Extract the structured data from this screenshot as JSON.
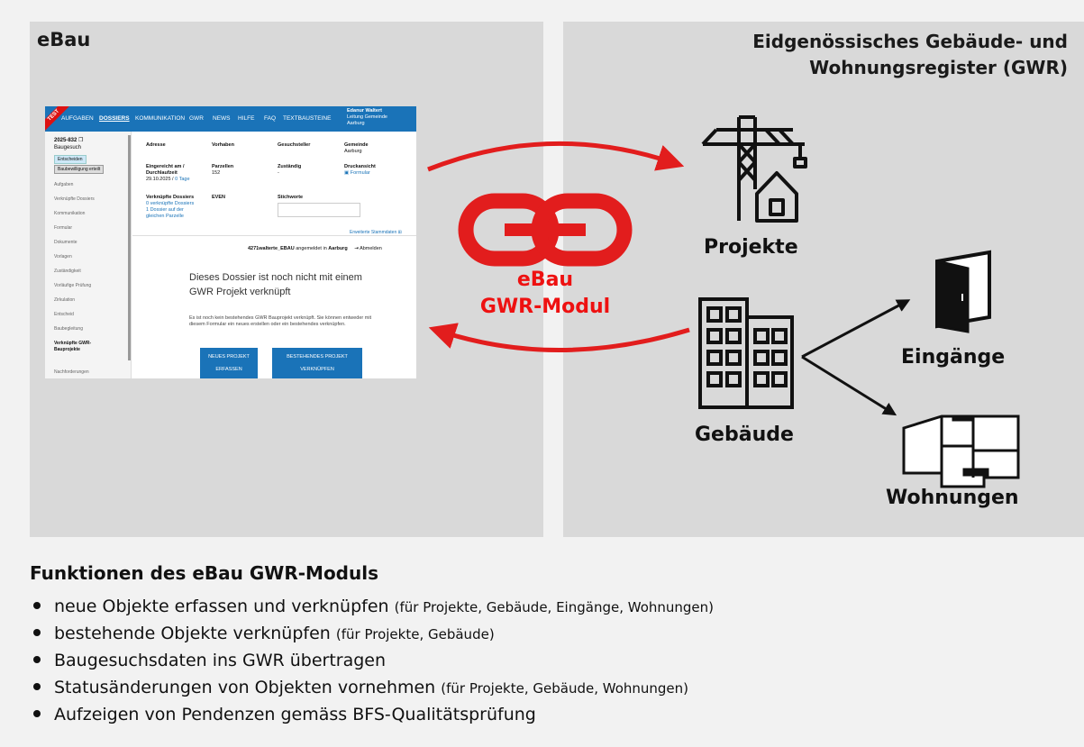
{
  "left": {
    "title": "eBau"
  },
  "right": {
    "title_line1": "Eidgenössisches Gebäude- und",
    "title_line2": "Wohnungsregister (GWR)"
  },
  "center": {
    "line1": "eBau",
    "line2": "GWR-Modul",
    "color": "#e21d1d"
  },
  "nodes": {
    "projekte": "Projekte",
    "gebaeude": "Gebäude",
    "eingaenge": "Eingänge",
    "wohnungen": "Wohnungen"
  },
  "screenshot": {
    "ribbon": "TEST",
    "nav": [
      "AUFGABEN",
      "DOSSIERS",
      "KOMMUNIKATION",
      "GWR",
      "NEWS",
      "HILFE",
      "FAQ",
      "TEXTBAUSTEINE"
    ],
    "user_name": "Edanur Waltert",
    "user_role": "Leitung Gemeinde",
    "user_place": "Aarburg",
    "dossier_id": "2025-832",
    "dossier_type": "Baugesuch",
    "btn_entscheiden": "Entscheiden",
    "btn_baubewilligung": "Baubewilligung erteilt",
    "sidebar": [
      "Aufgaben",
      "Verknüpfte Dossiers",
      "Kommunikation",
      "Formular",
      "Dokumente",
      "Vorlagen",
      "Zuständigkeit",
      "Vorläufige Prüfung",
      "Zirkulation",
      "Entscheid",
      "Baubegleitung"
    ],
    "sidebar_active_1": "Verknüpfte GWR-",
    "sidebar_active_2": "Bauprojekte",
    "sidebar_last": "Nachforderungen",
    "f_adresse": "Adresse",
    "f_vorhaben": "Vorhaben",
    "f_gesuchsteller": "Gesuchsteller",
    "f_gemeinde": "Gemeinde",
    "v_gemeinde": "Aarburg",
    "f_eingereicht": "Eingereicht am /",
    "f_durchlaufzeit": "Durchlaufzeit",
    "v_eingereicht_date": "29.10.2025 /",
    "v_eingereicht_days": "0 Tage",
    "f_parzellen": "Parzellen",
    "v_parzellen": "152",
    "f_zustaendig": "Zuständig",
    "v_zustaendig": "-",
    "f_druckansicht": "Druckansicht",
    "v_druckansicht": "Formular",
    "f_verknuepfte": "Verknüpfte Dossiers",
    "v_verknuepfte_1": "0 verknüpfte Dossiers",
    "v_verknuepfte_2": "1 Dossier auf der",
    "v_verknuepfte_3": "gleichen Parzelle",
    "f_even": "EVEN",
    "f_stichworte": "Stichworte",
    "stammdaten": "Erweiterte Stammdaten",
    "login_user": "4271walterte_EBAU",
    "login_mid": "angemeldet in",
    "login_place": "Aarburg",
    "logout": "Abmelden",
    "big_msg": "Dieses Dossier ist noch nicht mit einem GWR Projekt verknüpft",
    "small_msg": "Es ist noch kein bestehendes GWR Bauprojekt verknüpft. Sie können entweder mit diesem Formular ein neues erstellen oder ein bestehendes verknüpfen.",
    "btn_neu_1": "NEUES PROJEKT",
    "btn_neu_2": "ERFASSEN",
    "btn_best_1": "BESTEHENDES PROJEKT",
    "btn_best_2": "VERKNÜPFEN"
  },
  "functions": {
    "title": "Funktionen des eBau GWR-Moduls",
    "items": [
      {
        "text": "neue Objekte erfassen und verknüpfen",
        "note": "(für Projekte, Gebäude, Eingänge, Wohnungen)"
      },
      {
        "text": "bestehende Objekte verknüpfen",
        "note": "(für Projekte, Gebäude)"
      },
      {
        "text": "Baugesuchsdaten ins GWR übertragen",
        "note": ""
      },
      {
        "text": "Statusänderungen von Objekten vornehmen",
        "note": "(für Projekte, Gebäude, Wohnungen)"
      },
      {
        "text": "Aufzeigen von Pendenzen gemäss BFS-Qualitätsprüfung",
        "note": ""
      }
    ]
  }
}
